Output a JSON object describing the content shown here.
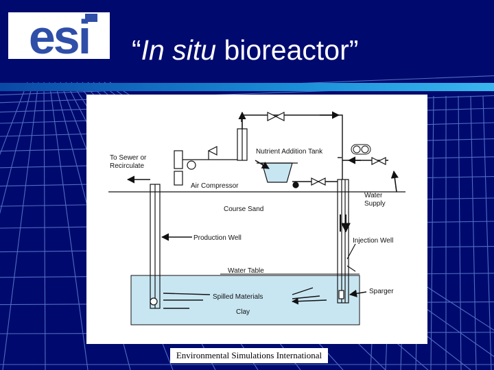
{
  "slide": {
    "title_italic": "In situ",
    "title_rest": " bioreactor",
    "title_open_quote": "“",
    "title_close_quote": "”",
    "footer": "Environmental Simulations International"
  },
  "logo": {
    "text": "esi",
    "color": "#2e4ea8"
  },
  "colors": {
    "background": "#000a6e",
    "grid": "#6d8fe0",
    "divider": "#1a8fd8",
    "ground_water": "#c8e6f2",
    "diagram_line": "#111111"
  },
  "diagram": {
    "labels": {
      "nutrient_tank": "Nutrient Addition Tank",
      "sewer": [
        "To Sewer or",
        "Recirculate"
      ],
      "air_compressor": "Air Compressor",
      "water_supply": [
        "Water",
        "Supply"
      ],
      "course_sand": "Course Sand",
      "production_well": "Production  Well",
      "injection_well": "Injection Well",
      "water_table": "Water Table",
      "sparger": "Sparger",
      "spilled_materials": "Spilled Materials",
      "clay": "Clay"
    }
  }
}
